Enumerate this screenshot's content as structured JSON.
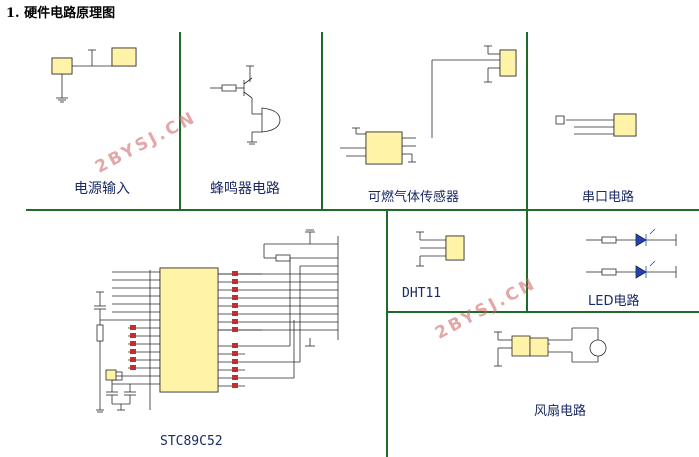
{
  "page_title": "1. 硬件电路原理图",
  "watermark": "2BYSJ.CN",
  "sections": {
    "power": "电源输入",
    "buzzer": "蜂鸣器电路",
    "gas": "可燃气体传感器",
    "serial": "串口电路",
    "mcu": "STC89C52",
    "dht": "DHT11",
    "led": "LED电路",
    "fan": "风扇电路"
  },
  "colors": {
    "divider": "#1e6b2a",
    "wire": "#2a2a2a",
    "text": "#1a2a66",
    "net_red": "#c03030",
    "led_blue": "#2040c0"
  }
}
